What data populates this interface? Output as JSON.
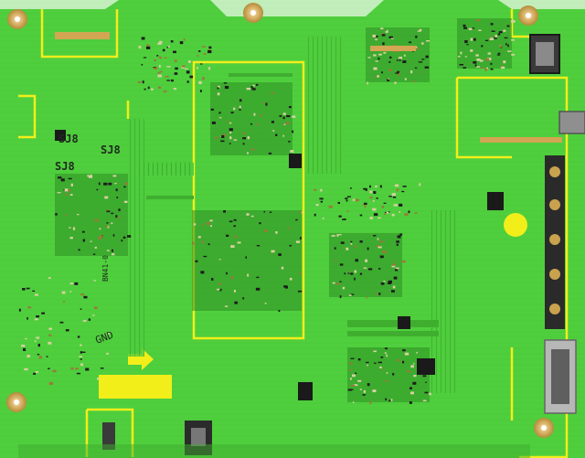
{
  "image": {
    "alt": "",
    "colors": {
      "board": "#4fcf3d",
      "board_dark": "#2e8f25",
      "trace": "#3fb62f",
      "silkscreen": "#f2ee1a",
      "pad_gold": "#d2a653",
      "chip": "#1a1a1a",
      "background": "#ffffff"
    }
  },
  "board": {
    "labels": {
      "sj8_a": "SJ8",
      "sj8_b": "SJ8",
      "sj8_c": "SJ8",
      "gnd": "GND",
      "part_code": "BN41-0"
    }
  }
}
